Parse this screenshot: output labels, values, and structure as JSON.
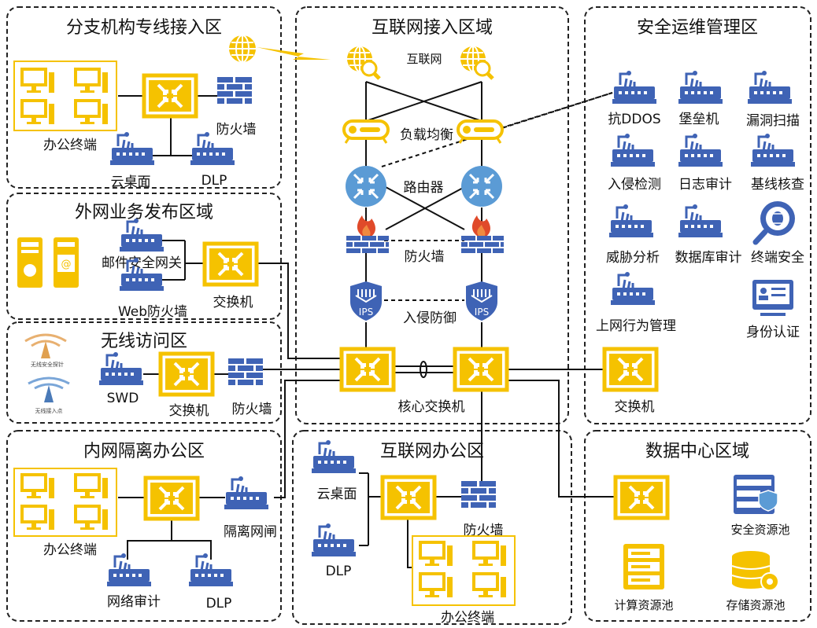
{
  "zones": {
    "branch": {
      "title": "分支机构专线接入区",
      "office": "办公终端",
      "cloud_desktop": "云桌面",
      "dlp": "DLP",
      "firewall": "防火墙"
    },
    "extpub": {
      "title": "外网业务发布区域",
      "mail_gw": "邮件安全网关",
      "web_fw": "Web防火墙",
      "switch": "交换机"
    },
    "wireless": {
      "title": "无线访问区",
      "probe": "无线安全探针",
      "ap": "无线接入点",
      "swd": "SWD",
      "switch": "交换机",
      "firewall": "防火墙"
    },
    "intranet": {
      "title": "内网隔离办公区",
      "office": "办公终端",
      "audit": "网络审计",
      "dlp": "DLP",
      "gap": "隔离网闸"
    },
    "internet_access": {
      "title": "互联网接入区域",
      "internet": "互联网",
      "lb": "负载均衡",
      "router": "路由器",
      "firewall": "防火墙",
      "ips_text": "IPS",
      "ips": "入侵防御",
      "core": "核心交换机"
    },
    "internet_office": {
      "title": "互联网办公区",
      "cloud_desktop": "云桌面",
      "dlp": "DLP",
      "firewall": "防火墙",
      "office": "办公终端"
    },
    "secops": {
      "title": "安全运维管理区",
      "items": [
        "抗DDOS",
        "堡垒机",
        "漏洞扫描",
        "入侵检测",
        "日志审计",
        "基线核查",
        "威胁分析",
        "数据库审计",
        "终端安全",
        "上网行为管理",
        "身份认证"
      ],
      "switch": "交换机"
    },
    "datacenter": {
      "title": "数据中心区域",
      "security_pool": "安全资源池",
      "compute_pool": "计算资源池",
      "storage_pool": "存储资源池"
    }
  },
  "colors": {
    "device_blue": "#3f63b5",
    "accent_yellow": "#f5c200",
    "switch_fill": "#f5c200",
    "firewall_red": "#e04a2a",
    "router_blue": "#5b9bd5",
    "line": "#111111"
  }
}
